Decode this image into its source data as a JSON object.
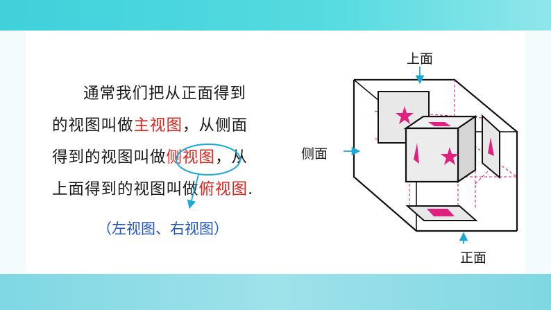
{
  "paragraph": {
    "line1": "通常我们把从正面得到",
    "line2_a": "的视图叫做",
    "line2_b": "主视图",
    "line2_c": "，从侧面",
    "line3_a": "得到的视图叫做",
    "line3_b": "侧视图",
    "line3_c": "，从",
    "line4_a": "上面得到的视图叫做",
    "line4_b": "俯视图",
    "line4_c": "."
  },
  "note": "（左视图、右视图）",
  "diagram": {
    "label_top": "上面",
    "label_side": "侧面",
    "label_front": "正面"
  },
  "colors": {
    "highlight_red": "#e2231a",
    "note_blue": "#2256c8",
    "shape_magenta": "#e0207e",
    "arrow_cyan": "#19a9d8"
  }
}
